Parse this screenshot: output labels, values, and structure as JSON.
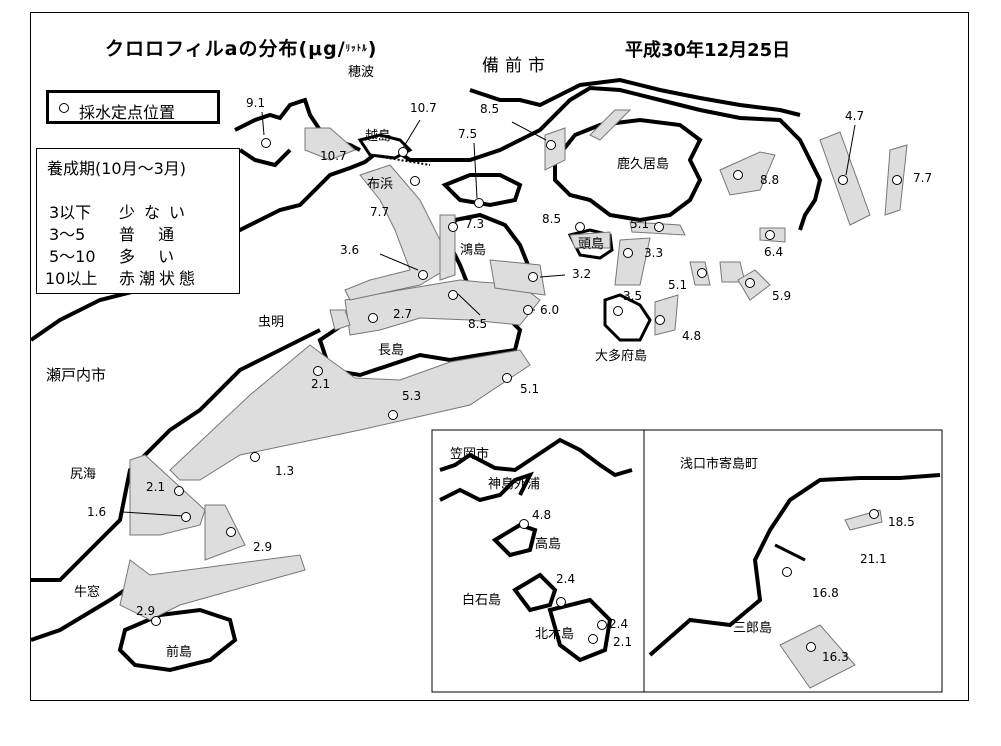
{
  "title": {
    "main": "クロロフィルaの分布",
    "unit_prefix": "(μg/",
    "unit_small": "ﾘｯﾄﾙ",
    "unit_suffix": ")"
  },
  "date": "平成30年12月25日",
  "legend": {
    "label": "採水定点位置"
  },
  "scale": {
    "title": "養成期(10月～3月)",
    "rows": [
      {
        "range": "3以下",
        "desc": "少ない"
      },
      {
        "range": "3～5",
        "desc": "普 通"
      },
      {
        "range": "5～10",
        "desc": "多 い"
      },
      {
        "range": "10以上",
        "desc": "赤潮状態"
      }
    ]
  },
  "places": {
    "honami": "穂波",
    "bizen": "備前市",
    "koshijima": "越島",
    "nunohama": "布浜",
    "kashima_isl": "鹿久居島",
    "kashira": "頭島",
    "kojima": "鴻島",
    "mushiage": "虫明",
    "nagashima": "長島",
    "setouchi": "瀬戸内市",
    "ohtabu": "大多府島",
    "shiriumi": "尻海",
    "ushimado": "牛窓",
    "maejima": "前島"
  },
  "inset_left": {
    "city": "笠岡市",
    "area": "神島外浦",
    "takashima": "高島",
    "shiraishi": "白石島",
    "kitagi": "北木島"
  },
  "inset_right": {
    "town": "浅口市寄島町",
    "saburo": "三郎島"
  },
  "stations": [
    {
      "id": "s1",
      "value": "9.1"
    },
    {
      "id": "s2",
      "value": "10.7"
    },
    {
      "id": "s3",
      "value": "10.7"
    },
    {
      "id": "s4",
      "value": "8.5"
    },
    {
      "id": "s5",
      "value": "7.5"
    },
    {
      "id": "s6",
      "value": "4.7"
    },
    {
      "id": "s7",
      "value": "8.8"
    },
    {
      "id": "s8",
      "value": "7.7"
    },
    {
      "id": "s9",
      "value": "7.7"
    },
    {
      "id": "s10",
      "value": "7.3"
    },
    {
      "id": "s11",
      "value": "8.5"
    },
    {
      "id": "s12",
      "value": "5.1"
    },
    {
      "id": "s13",
      "value": "3.3"
    },
    {
      "id": "s14",
      "value": "6.4"
    },
    {
      "id": "s15",
      "value": "3.6"
    },
    {
      "id": "s16",
      "value": "3.2"
    },
    {
      "id": "s17",
      "value": "5.1"
    },
    {
      "id": "s18",
      "value": "5.9"
    },
    {
      "id": "s19",
      "value": "2.7"
    },
    {
      "id": "s20",
      "value": "8.5"
    },
    {
      "id": "s21",
      "value": "6.0"
    },
    {
      "id": "s22",
      "value": "3.5"
    },
    {
      "id": "s23",
      "value": "4.8"
    },
    {
      "id": "s24",
      "value": "2.1"
    },
    {
      "id": "s25",
      "value": "5.3"
    },
    {
      "id": "s26",
      "value": "5.1"
    },
    {
      "id": "s27",
      "value": "1.3"
    },
    {
      "id": "s28",
      "value": "2.1"
    },
    {
      "id": "s29",
      "value": "1.6"
    },
    {
      "id": "s30",
      "value": "2.9"
    },
    {
      "id": "s31",
      "value": "2.9"
    },
    {
      "id": "s32",
      "value": "4.8"
    },
    {
      "id": "s33",
      "value": "2.4"
    },
    {
      "id": "s34",
      "value": "2.4"
    },
    {
      "id": "s35",
      "value": "2.1"
    },
    {
      "id": "s36",
      "value": "18.5"
    },
    {
      "id": "s37",
      "value": "21.1"
    },
    {
      "id": "s38",
      "value": "16.8"
    },
    {
      "id": "s39",
      "value": "16.3"
    }
  ]
}
